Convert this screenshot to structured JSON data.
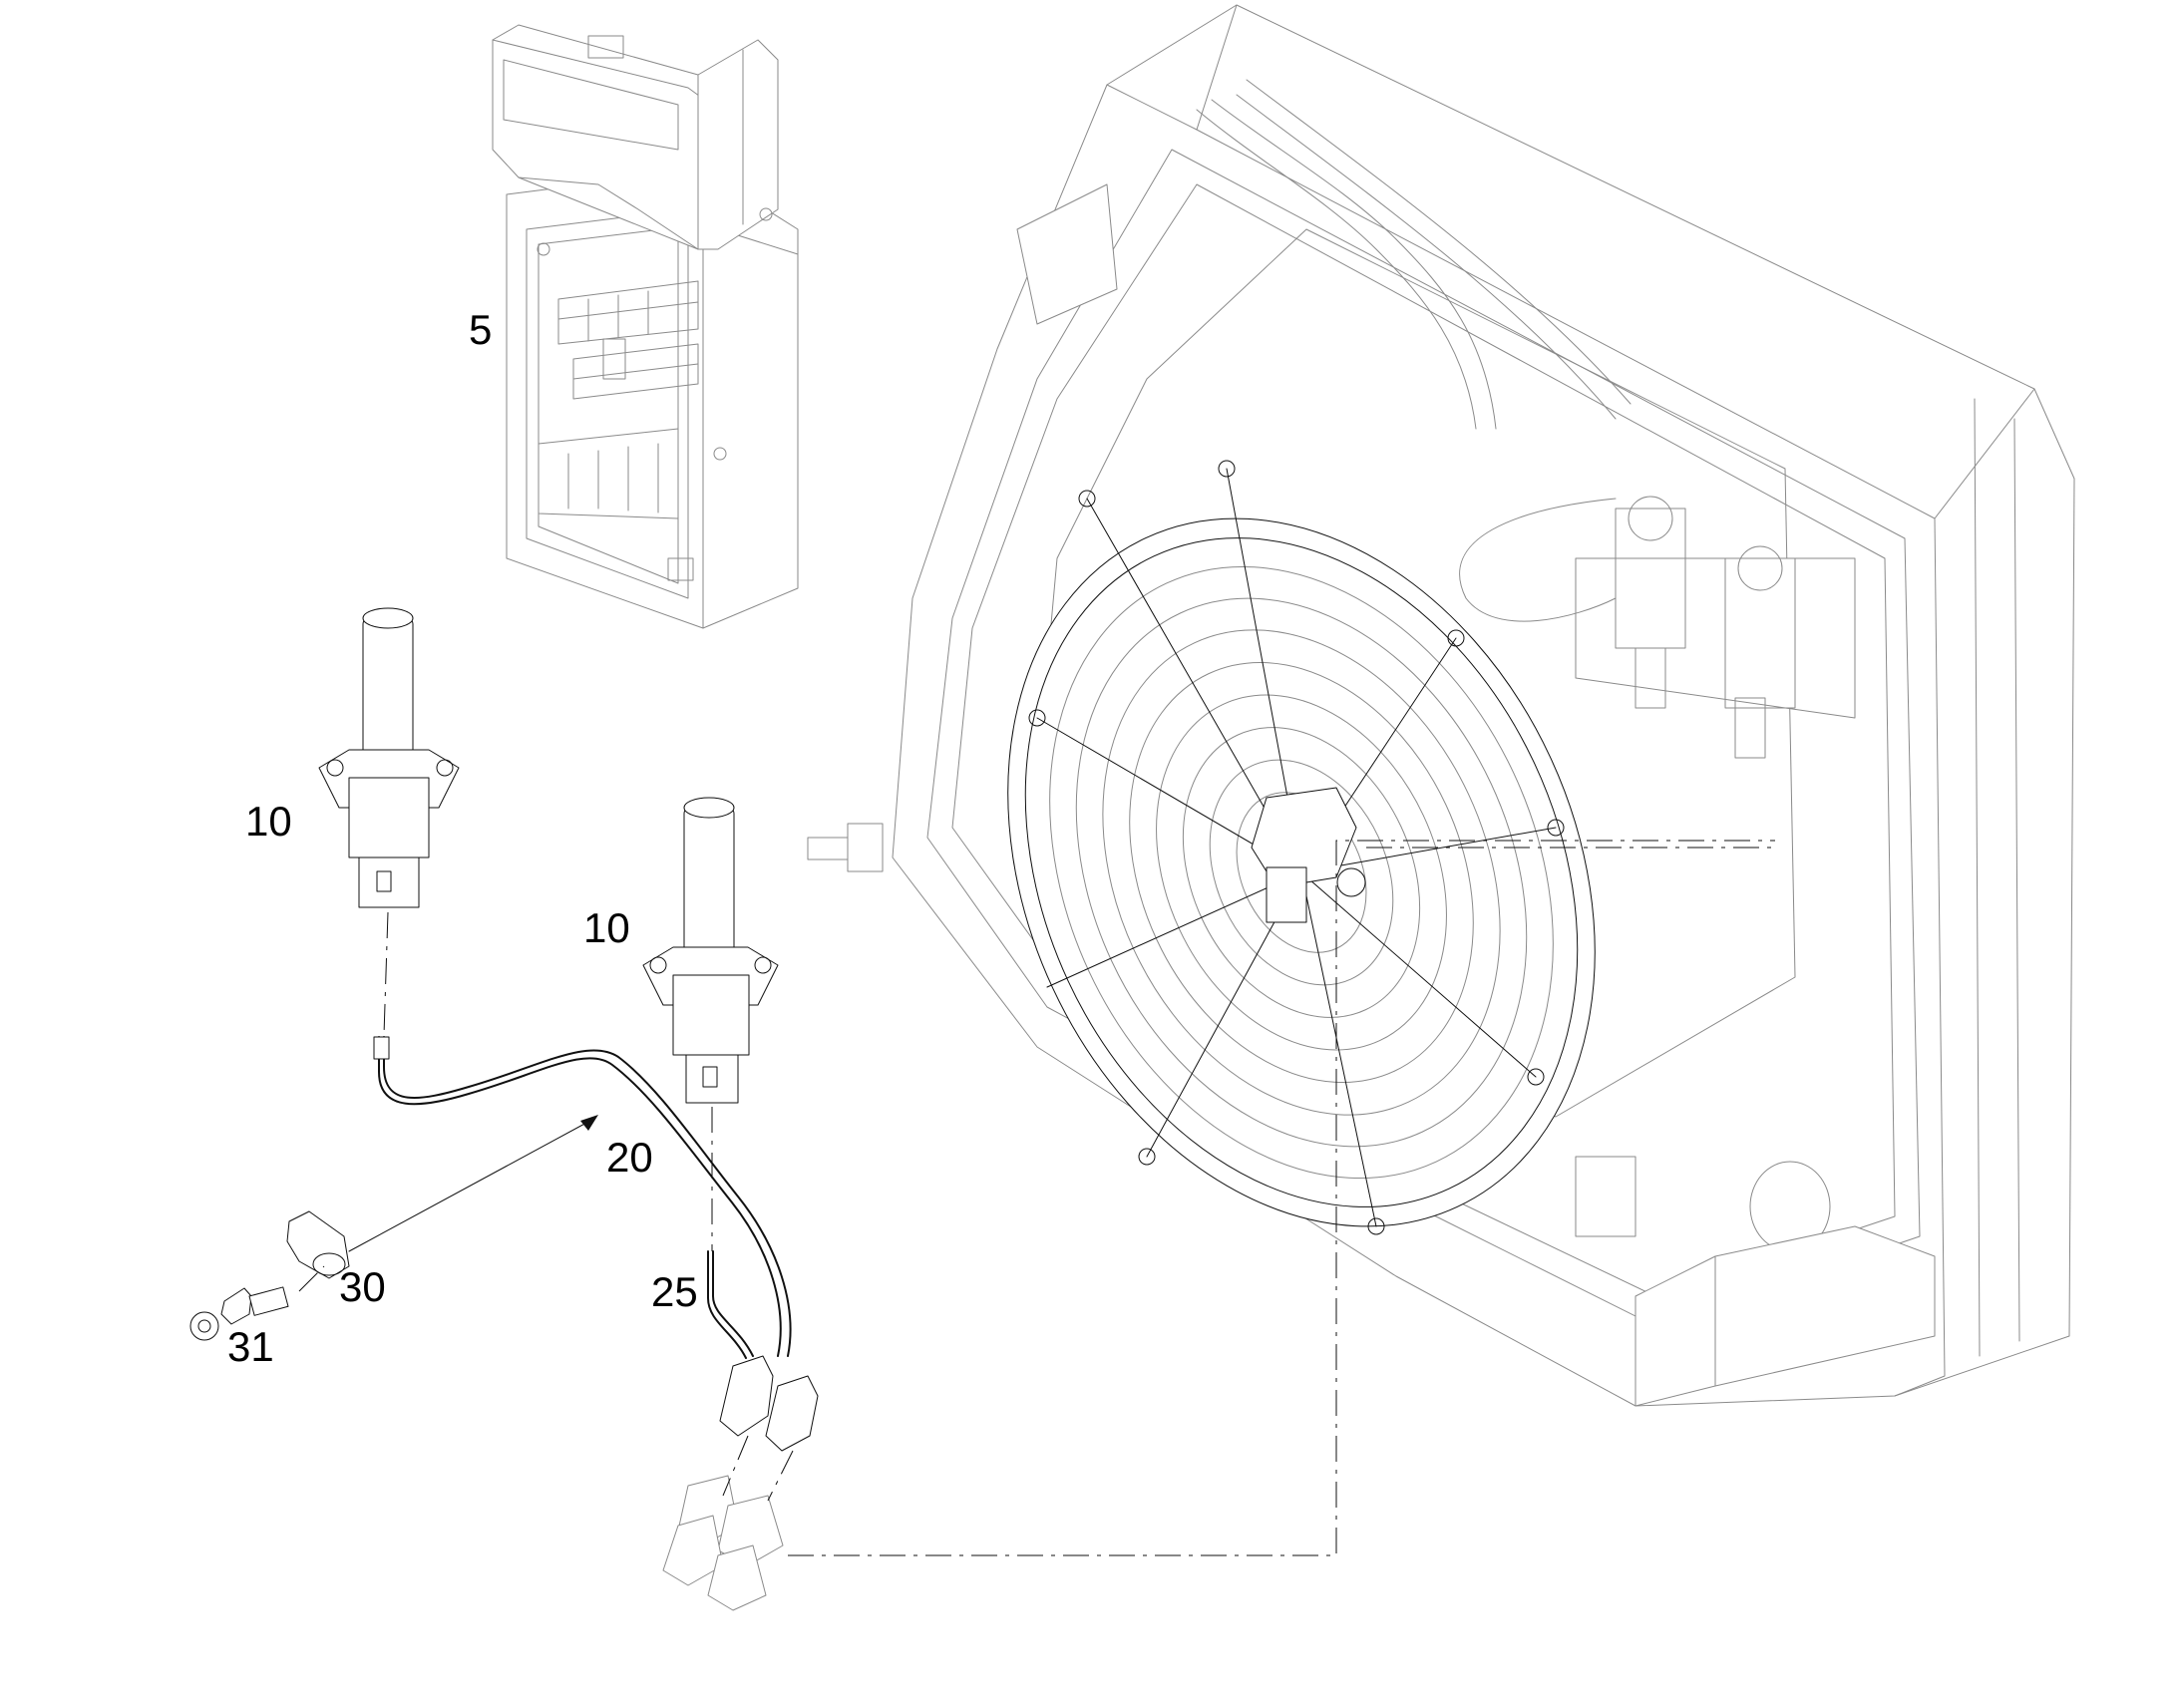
{
  "callouts": [
    {
      "id": "control-box",
      "text": "5"
    },
    {
      "id": "sensor-upper",
      "text": "10"
    },
    {
      "id": "sensor-lower",
      "text": "10"
    },
    {
      "id": "harness",
      "text": "20"
    },
    {
      "id": "harness-lead",
      "text": "25"
    },
    {
      "id": "clip",
      "text": "30"
    },
    {
      "id": "screw",
      "text": "31"
    }
  ],
  "colors": {
    "line_dark": "#111111",
    "line_grey": "#8a8a8a",
    "background": "#ffffff"
  }
}
